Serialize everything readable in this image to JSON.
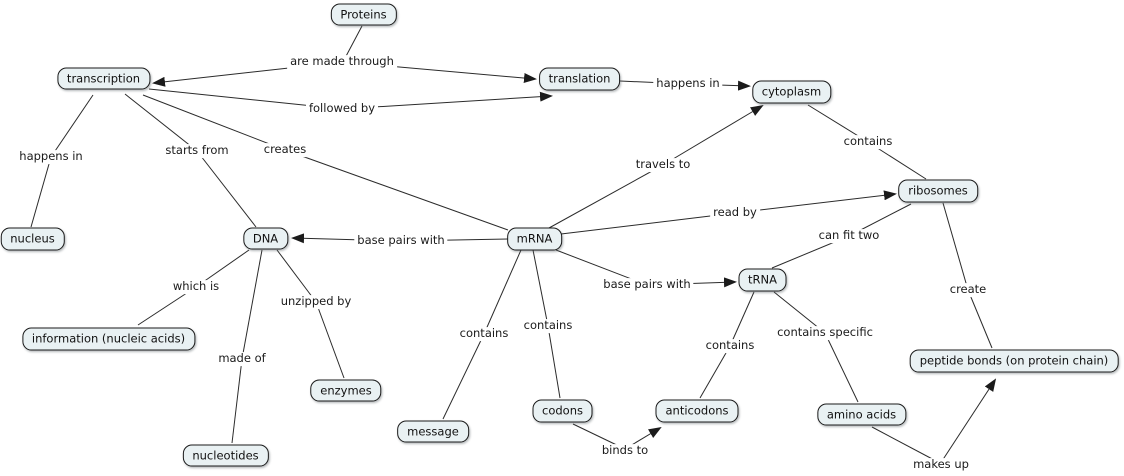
{
  "nodes": [
    {
      "id": "proteins",
      "label": "Proteins"
    },
    {
      "id": "transcription",
      "label": "transcription"
    },
    {
      "id": "translation",
      "label": "translation"
    },
    {
      "id": "cytoplasm",
      "label": "cytoplasm"
    },
    {
      "id": "nucleus",
      "label": "nucleus"
    },
    {
      "id": "dna",
      "label": "DNA"
    },
    {
      "id": "mrna",
      "label": "mRNA"
    },
    {
      "id": "ribosomes",
      "label": "ribosomes"
    },
    {
      "id": "trna",
      "label": "tRNA"
    },
    {
      "id": "information",
      "label": "information (nucleic acids)"
    },
    {
      "id": "enzymes",
      "label": "enzymes"
    },
    {
      "id": "nucleotides",
      "label": "nucleotides"
    },
    {
      "id": "message",
      "label": "message"
    },
    {
      "id": "codons",
      "label": "codons"
    },
    {
      "id": "anticodons",
      "label": "anticodons"
    },
    {
      "id": "amino-acids",
      "label": "amino acids"
    },
    {
      "id": "peptide-bonds",
      "label": "peptide bonds (on protein chain)"
    }
  ],
  "links": [
    {
      "from": "Proteins",
      "label": "are made through",
      "to": "transcription, translation",
      "arrow": true
    },
    {
      "from": "transcription",
      "label": "followed by",
      "to": "translation",
      "arrow": true
    },
    {
      "from": "transcription",
      "label": "happens in",
      "to": "nucleus",
      "arrow": false
    },
    {
      "from": "transcription",
      "label": "starts from",
      "to": "DNA",
      "arrow": false
    },
    {
      "from": "transcription",
      "label": "creates",
      "to": "mRNA",
      "arrow": false
    },
    {
      "from": "translation",
      "label": "happens in",
      "to": "cytoplasm",
      "arrow": true
    },
    {
      "from": "cytoplasm",
      "label": "contains",
      "to": "ribosomes",
      "arrow": false
    },
    {
      "from": "mRNA",
      "label": "travels to",
      "to": "cytoplasm",
      "arrow": true
    },
    {
      "from": "mRNA",
      "label": "read by",
      "to": "ribosomes",
      "arrow": true
    },
    {
      "from": "mRNA",
      "label": "base pairs with",
      "to": "DNA",
      "arrow": true
    },
    {
      "from": "mRNA",
      "label": "base pairs with",
      "to": "tRNA",
      "arrow": true
    },
    {
      "from": "mRNA",
      "label": "contains",
      "to": "message",
      "arrow": false
    },
    {
      "from": "mRNA",
      "label": "contains",
      "to": "codons",
      "arrow": false
    },
    {
      "from": "tRNA",
      "label": "can fit two",
      "to": "ribosomes",
      "arrow": false
    },
    {
      "from": "tRNA",
      "label": "contains",
      "to": "anticodons",
      "arrow": false
    },
    {
      "from": "tRNA",
      "label": "contains specific",
      "to": "amino acids",
      "arrow": false
    },
    {
      "from": "DNA",
      "label": "which is",
      "to": "information (nucleic acids)",
      "arrow": false
    },
    {
      "from": "DNA",
      "label": "unzipped by",
      "to": "enzymes",
      "arrow": false
    },
    {
      "from": "DNA",
      "label": "made of",
      "to": "nucleotides",
      "arrow": false
    },
    {
      "from": "codons",
      "label": "binds to",
      "to": "anticodons",
      "arrow": true
    },
    {
      "from": "amino acids",
      "label": "makes up",
      "to": "peptide bonds (on protein chain)",
      "arrow": true
    },
    {
      "from": "ribosomes",
      "label": "create",
      "to": "peptide bonds (on protein chain)",
      "arrow": false
    }
  ],
  "colors": {
    "background": "#ffffff",
    "node_fill": "#e9f1f3",
    "node_border": "#1b1b1b",
    "line": "#2b2b2b",
    "text": "#111111"
  }
}
